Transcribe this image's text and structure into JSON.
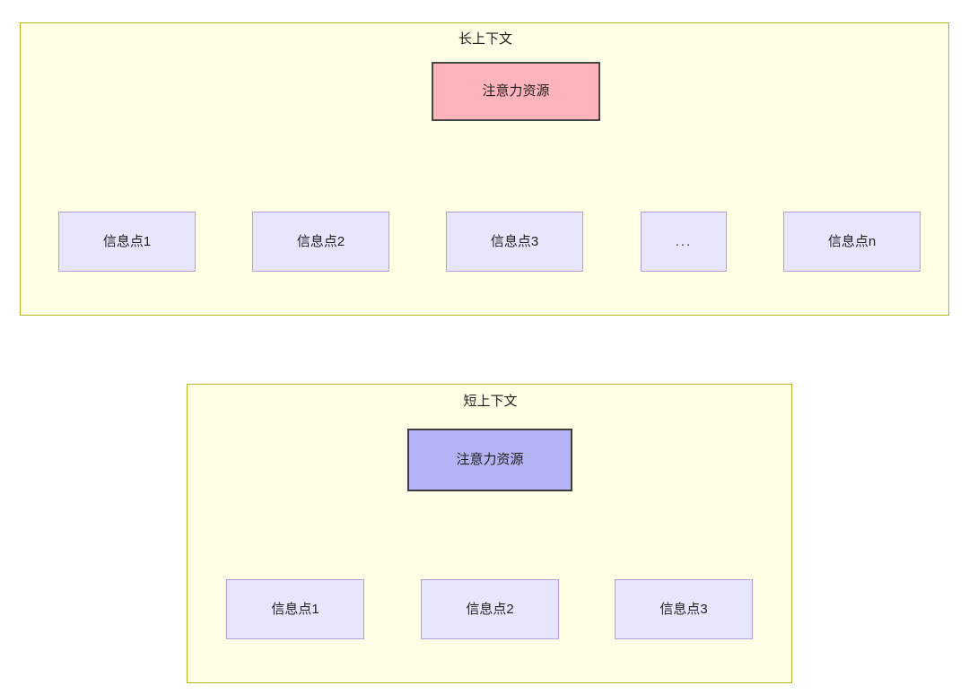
{
  "diagram": {
    "type": "tree-comparison",
    "background_color": "#ffffff",
    "panels": [
      {
        "id": "long-context",
        "title": "长上下文",
        "fill_color": "#ffffe6",
        "border_color": "#b5b51f",
        "root": {
          "label": "注意力资源",
          "fill_color": "#ffb3ba",
          "border_color": "#474747"
        },
        "children": [
          {
            "label": "信息点1",
            "fill_color": "#e8e6fc",
            "border_color": "#b39ddb"
          },
          {
            "label": "信息点2",
            "fill_color": "#e8e6fc",
            "border_color": "#b39ddb"
          },
          {
            "label": "信息点3",
            "fill_color": "#e8e6fc",
            "border_color": "#b39ddb"
          },
          {
            "label": "...",
            "fill_color": "#e8e6fc",
            "border_color": "#b39ddb"
          },
          {
            "label": "信息点n",
            "fill_color": "#e8e6fc",
            "border_color": "#b39ddb"
          }
        ]
      },
      {
        "id": "short-context",
        "title": "短上下文",
        "fill_color": "#ffffe6",
        "border_color": "#b5b51f",
        "root": {
          "label": "注意力资源",
          "fill_color": "#b3b3f5",
          "border_color": "#3d3d3d"
        },
        "children": [
          {
            "label": "信息点1",
            "fill_color": "#e8e6fc",
            "border_color": "#b39ddb"
          },
          {
            "label": "信息点2",
            "fill_color": "#e8e6fc",
            "border_color": "#b39ddb"
          },
          {
            "label": "信息点3",
            "fill_color": "#e8e6fc",
            "border_color": "#b39ddb"
          }
        ]
      }
    ],
    "edge_color": "#333333"
  }
}
